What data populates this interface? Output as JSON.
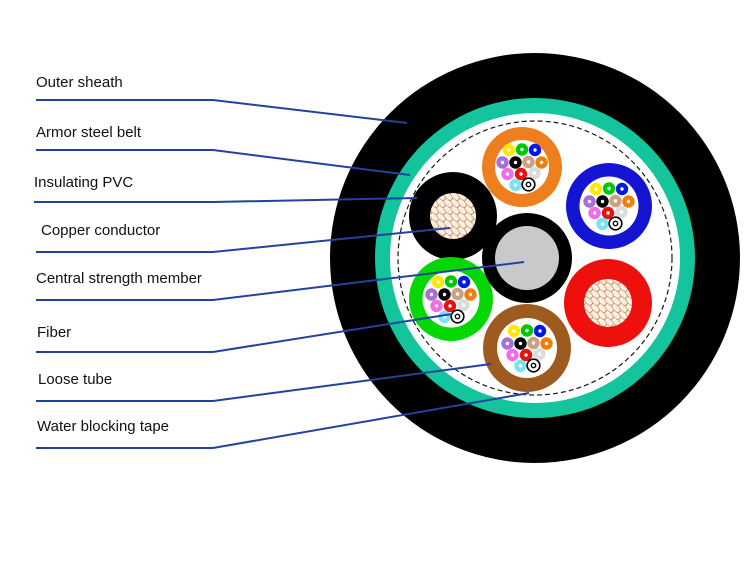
{
  "labels": {
    "outer_sheath": "Outer sheath",
    "armor_steel_belt": "Armor steel belt",
    "insulating_pvc": "Insulating PVC",
    "copper_conductor": "Copper conductor",
    "central_strength_member": "Central strength member",
    "fiber": "Fiber",
    "loose_tube": "Loose tube",
    "water_blocking_tape": "Water blocking tape"
  },
  "colors": {
    "background": "#FFFFFF",
    "label_text": "#111111",
    "leader_line": "#23429E",
    "outer_sheath": "#000000",
    "armor_steel_belt": "#13C49C",
    "core_background": "#FFFFFF",
    "water_blocking_tape_line": "#1A1A1A",
    "insulating_pvc_black": "#000000",
    "insulating_pvc_red": "#ED100C",
    "copper_conductor_fill": "#FBF1E3",
    "copper_conductor_mesh": "#C97E52",
    "central_strength_member_ring": "#000000",
    "central_strength_member_core": "#C9C9C9",
    "loose_tube_orange": "#EF7F1E",
    "loose_tube_blue": "#1414D2",
    "loose_tube_green": "#04D704",
    "loose_tube_brown": "#9D5B20",
    "loose_tube_inner": "#FFFFFF",
    "fiber": {
      "yellow": "#FFE800",
      "green": "#00C800",
      "blue": "#0018E6",
      "violet": "#A56FD6",
      "black": "#000000",
      "tan": "#C9A183",
      "orange": "#F07D0C",
      "pink": "#F06EE3",
      "red": "#E8120C",
      "white": "#DCDCDC",
      "cyan": "#7CE2F2"
    },
    "fiber_center_dot": "#FFFFFF",
    "binder_ring": "#000000"
  }
}
